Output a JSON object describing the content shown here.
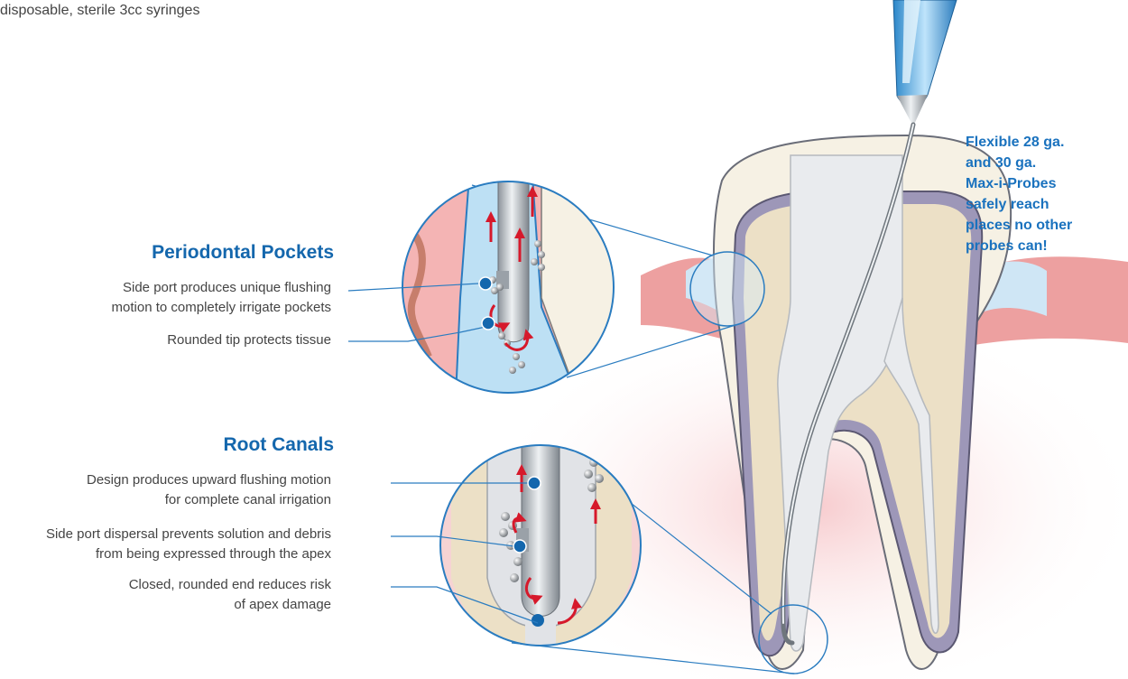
{
  "top_note": "disposable, sterile 3cc syringes",
  "periodontal": {
    "heading": "Periodontal Pockets",
    "callouts": [
      {
        "line1": "Side port produces unique flushing",
        "line2": "motion to completely irrigate pockets"
      },
      {
        "line1": "Rounded tip protects tissue",
        "line2": ""
      }
    ]
  },
  "root_canals": {
    "heading": "Root Canals",
    "callouts": [
      {
        "line1": "Design produces upward flushing motion",
        "line2": "for complete canal irrigation"
      },
      {
        "line1": "Side port dispersal prevents solution and debris",
        "line2": "from being expressed through the apex"
      },
      {
        "line1": "Closed, rounded end reduces risk",
        "line2": "of apex damage"
      }
    ]
  },
  "probe_note": {
    "lines": [
      "Flexible 28 ga.",
      "and 30 ga.",
      "Max-i-Probes",
      "safely reach",
      "places no other",
      "probes can!"
    ]
  },
  "colors": {
    "accent_blue": "#1467ad",
    "leader_line": "#2a7cc0",
    "gum_pink": "#eda0a0",
    "dentin_tan": "#ece0c6",
    "enamel": "#f6f1e4",
    "arrow_red": "#d6192b"
  }
}
